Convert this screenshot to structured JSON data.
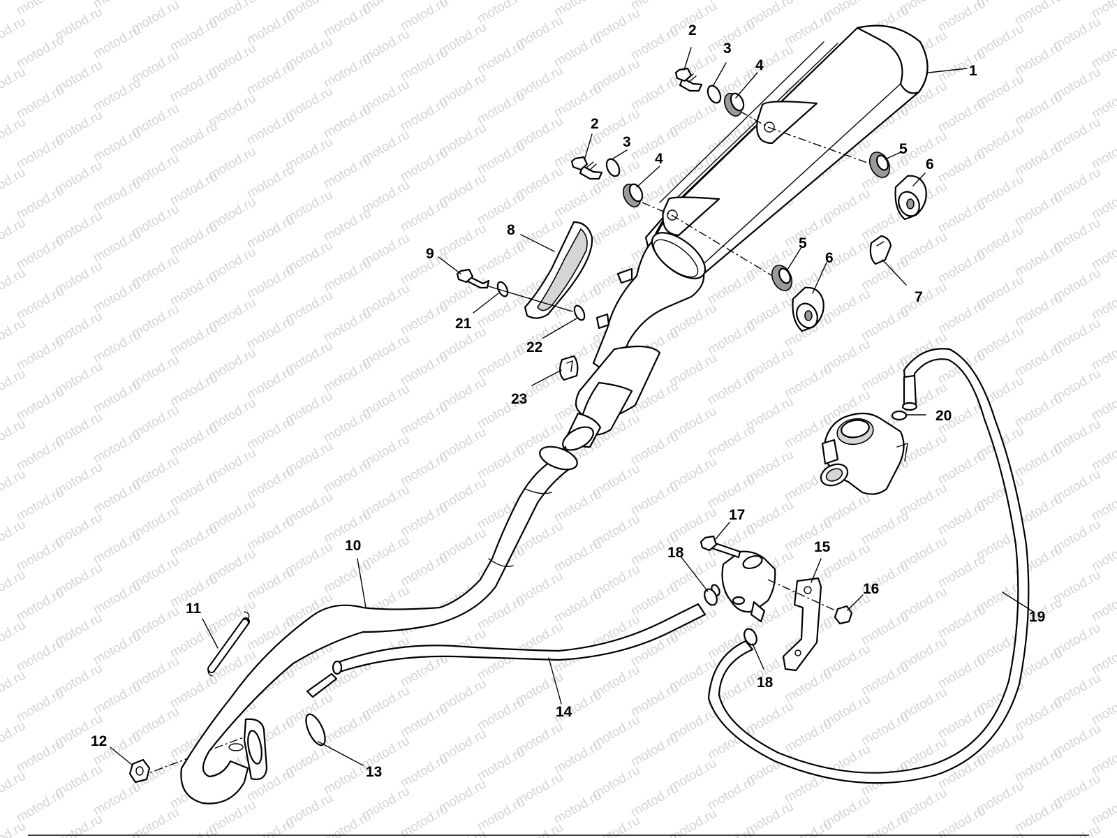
{
  "watermark": "motod.ru",
  "callouts": [
    {
      "id": "c1",
      "text": "1"
    },
    {
      "id": "c2a",
      "text": "2"
    },
    {
      "id": "c3a",
      "text": "3"
    },
    {
      "id": "c4a",
      "text": "4"
    },
    {
      "id": "c2b",
      "text": "2"
    },
    {
      "id": "c3b",
      "text": "3"
    },
    {
      "id": "c4b",
      "text": "4"
    },
    {
      "id": "c5a",
      "text": "5"
    },
    {
      "id": "c6a",
      "text": "6"
    },
    {
      "id": "c5b",
      "text": "5"
    },
    {
      "id": "c6b",
      "text": "6"
    },
    {
      "id": "c7",
      "text": "7"
    },
    {
      "id": "c8",
      "text": "8"
    },
    {
      "id": "c9",
      "text": "9"
    },
    {
      "id": "c21",
      "text": "21"
    },
    {
      "id": "c22",
      "text": "22"
    },
    {
      "id": "c23",
      "text": "23"
    },
    {
      "id": "c10",
      "text": "10"
    },
    {
      "id": "c11",
      "text": "11"
    },
    {
      "id": "c12",
      "text": "12"
    },
    {
      "id": "c13",
      "text": "13"
    },
    {
      "id": "c14",
      "text": "14"
    },
    {
      "id": "c15",
      "text": "15"
    },
    {
      "id": "c16",
      "text": "16"
    },
    {
      "id": "c17",
      "text": "17"
    },
    {
      "id": "c18a",
      "text": "18"
    },
    {
      "id": "c18b",
      "text": "18"
    },
    {
      "id": "c19",
      "text": "19"
    },
    {
      "id": "c20",
      "text": "20"
    }
  ]
}
